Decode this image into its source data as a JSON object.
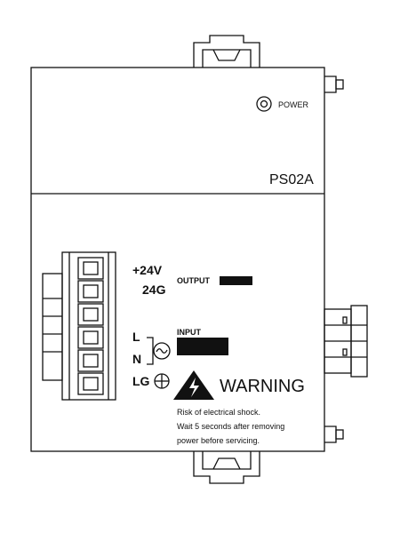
{
  "module": {
    "model": "PS02A",
    "power_led_label": "POWER"
  },
  "terminals": {
    "output_plus": "+24V",
    "output_ground": "24G",
    "output_label": "OUTPUT",
    "input_label": "INPUT",
    "line": "L",
    "neutral": "N",
    "line_ground": "LG"
  },
  "warning": {
    "title": "WARNING",
    "line1": "Risk of electrical shock.",
    "line2": "Wait 5 seconds after removing",
    "line3": "power before servicing."
  },
  "icons": [
    "power-led-icon",
    "ac-wave-icon",
    "ground-icon",
    "warning-triangle-icon"
  ]
}
